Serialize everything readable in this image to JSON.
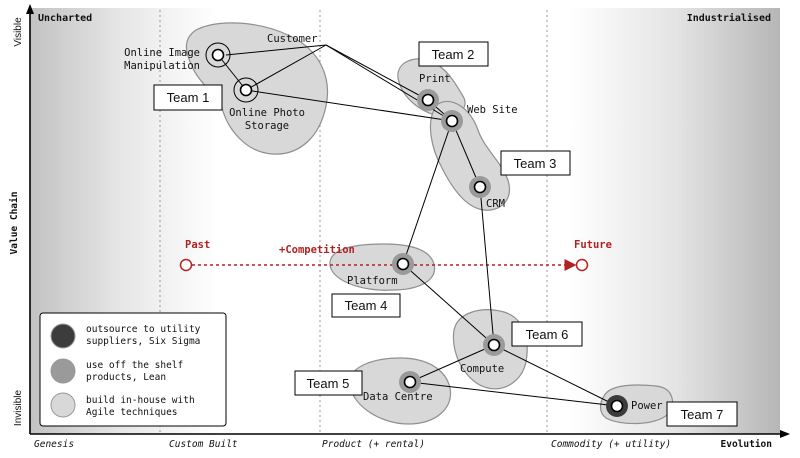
{
  "corners": {
    "top_left": "Uncharted",
    "top_right": "Industrialised"
  },
  "y_axis": {
    "title": "Value Chain",
    "top": "Visible",
    "bottom": "Invisible"
  },
  "x_axis": {
    "stages": [
      "Genesis",
      "Custom Built",
      "Product (+ rental)",
      "Commodity (+ utility)"
    ],
    "end_label": "Evolution"
  },
  "components": {
    "customer": "Customer",
    "image_line1": "Online Image",
    "image_line2": "Manipulation",
    "photo_line1": "Online Photo",
    "photo_line2": "Storage",
    "print": "Print",
    "website": "Web Site",
    "crm": "CRM",
    "platform": "Platform",
    "compute": "Compute",
    "datacentre": "Data Centre",
    "power": "Power"
  },
  "teams": [
    "Team 1",
    "Team 2",
    "Team 3",
    "Team 4",
    "Team 5",
    "Team 6",
    "Team 7"
  ],
  "movement": {
    "past": "Past",
    "competition": "+Competition",
    "future": "Future"
  },
  "legend": {
    "outsource_line1": "outsource to utility",
    "outsource_line2": "suppliers, Six Sigma",
    "offshelf_line1": "use off the shelf",
    "offshelf_line2": "products, Lean",
    "inhouse_line1": "build in-house with",
    "inhouse_line2": "Agile techniques"
  },
  "colors": {
    "outsource": "#3c3c3c",
    "offshelf": "#9a9a9a",
    "inhouse": "#d8d8d8",
    "movement": "#b22222"
  }
}
